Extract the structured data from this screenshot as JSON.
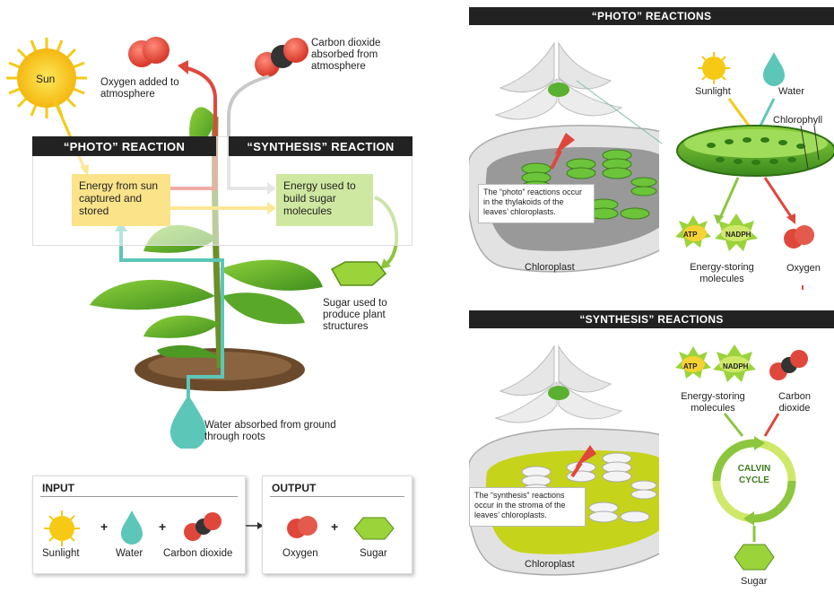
{
  "left": {
    "sun_label": "Sun",
    "oxygen_label": "Oxygen added to atmosphere",
    "co2_label": "Carbon dioxide absorbed from atmosphere",
    "photo_header": "“PHOTO” REACTION",
    "synthesis_header": "“SYNTHESIS” REACTION",
    "photo_box": "Energy from sun captured and stored",
    "synthesis_box": "Energy used to build sugar molecules",
    "sugar_label": "Sugar used to produce plant structures",
    "water_label": "Water absorbed from ground through roots"
  },
  "summary": {
    "input_header": "INPUT",
    "output_header": "OUTPUT",
    "inputs": [
      "Sunlight",
      "Water",
      "Carbon dioxide"
    ],
    "outputs": [
      "Oxygen",
      "Sugar"
    ],
    "plus": "+"
  },
  "photo_panel": {
    "header": "“PHOTO” REACTIONS",
    "callout": "The “photo” reactions occur in the thylakoids of the leaves’ chloroplasts.",
    "chloroplast_label": "Chloroplast",
    "sunlight": "Sunlight",
    "water": "Water",
    "chlorophyll": "Chlorophyll",
    "atp": "ATP",
    "nadph": "NADPH",
    "energy_storing": "Energy-storing molecules",
    "oxygen": "Oxygen"
  },
  "synthesis_panel": {
    "header": "“SYNTHESIS” REACTIONS",
    "callout": "The “synthesis” reactions occur in the stroma of the leaves’ chloroplasts.",
    "chloroplast_label": "Chloroplast",
    "atp": "ATP",
    "nadph": "NADPH",
    "energy_storing": "Energy-storing molecules",
    "carbon_dioxide": "Carbon dioxide",
    "calvin": "CALVIN CYCLE",
    "sugar": "Sugar"
  },
  "colors": {
    "header": "#222222",
    "yellow_box": "#fbe38a",
    "green_box": "#cfe8a1",
    "red_arrow": "#e0473c",
    "teal": "#5cc6b8",
    "green_arrow": "#8cc63e",
    "sun": "#f6c915"
  }
}
